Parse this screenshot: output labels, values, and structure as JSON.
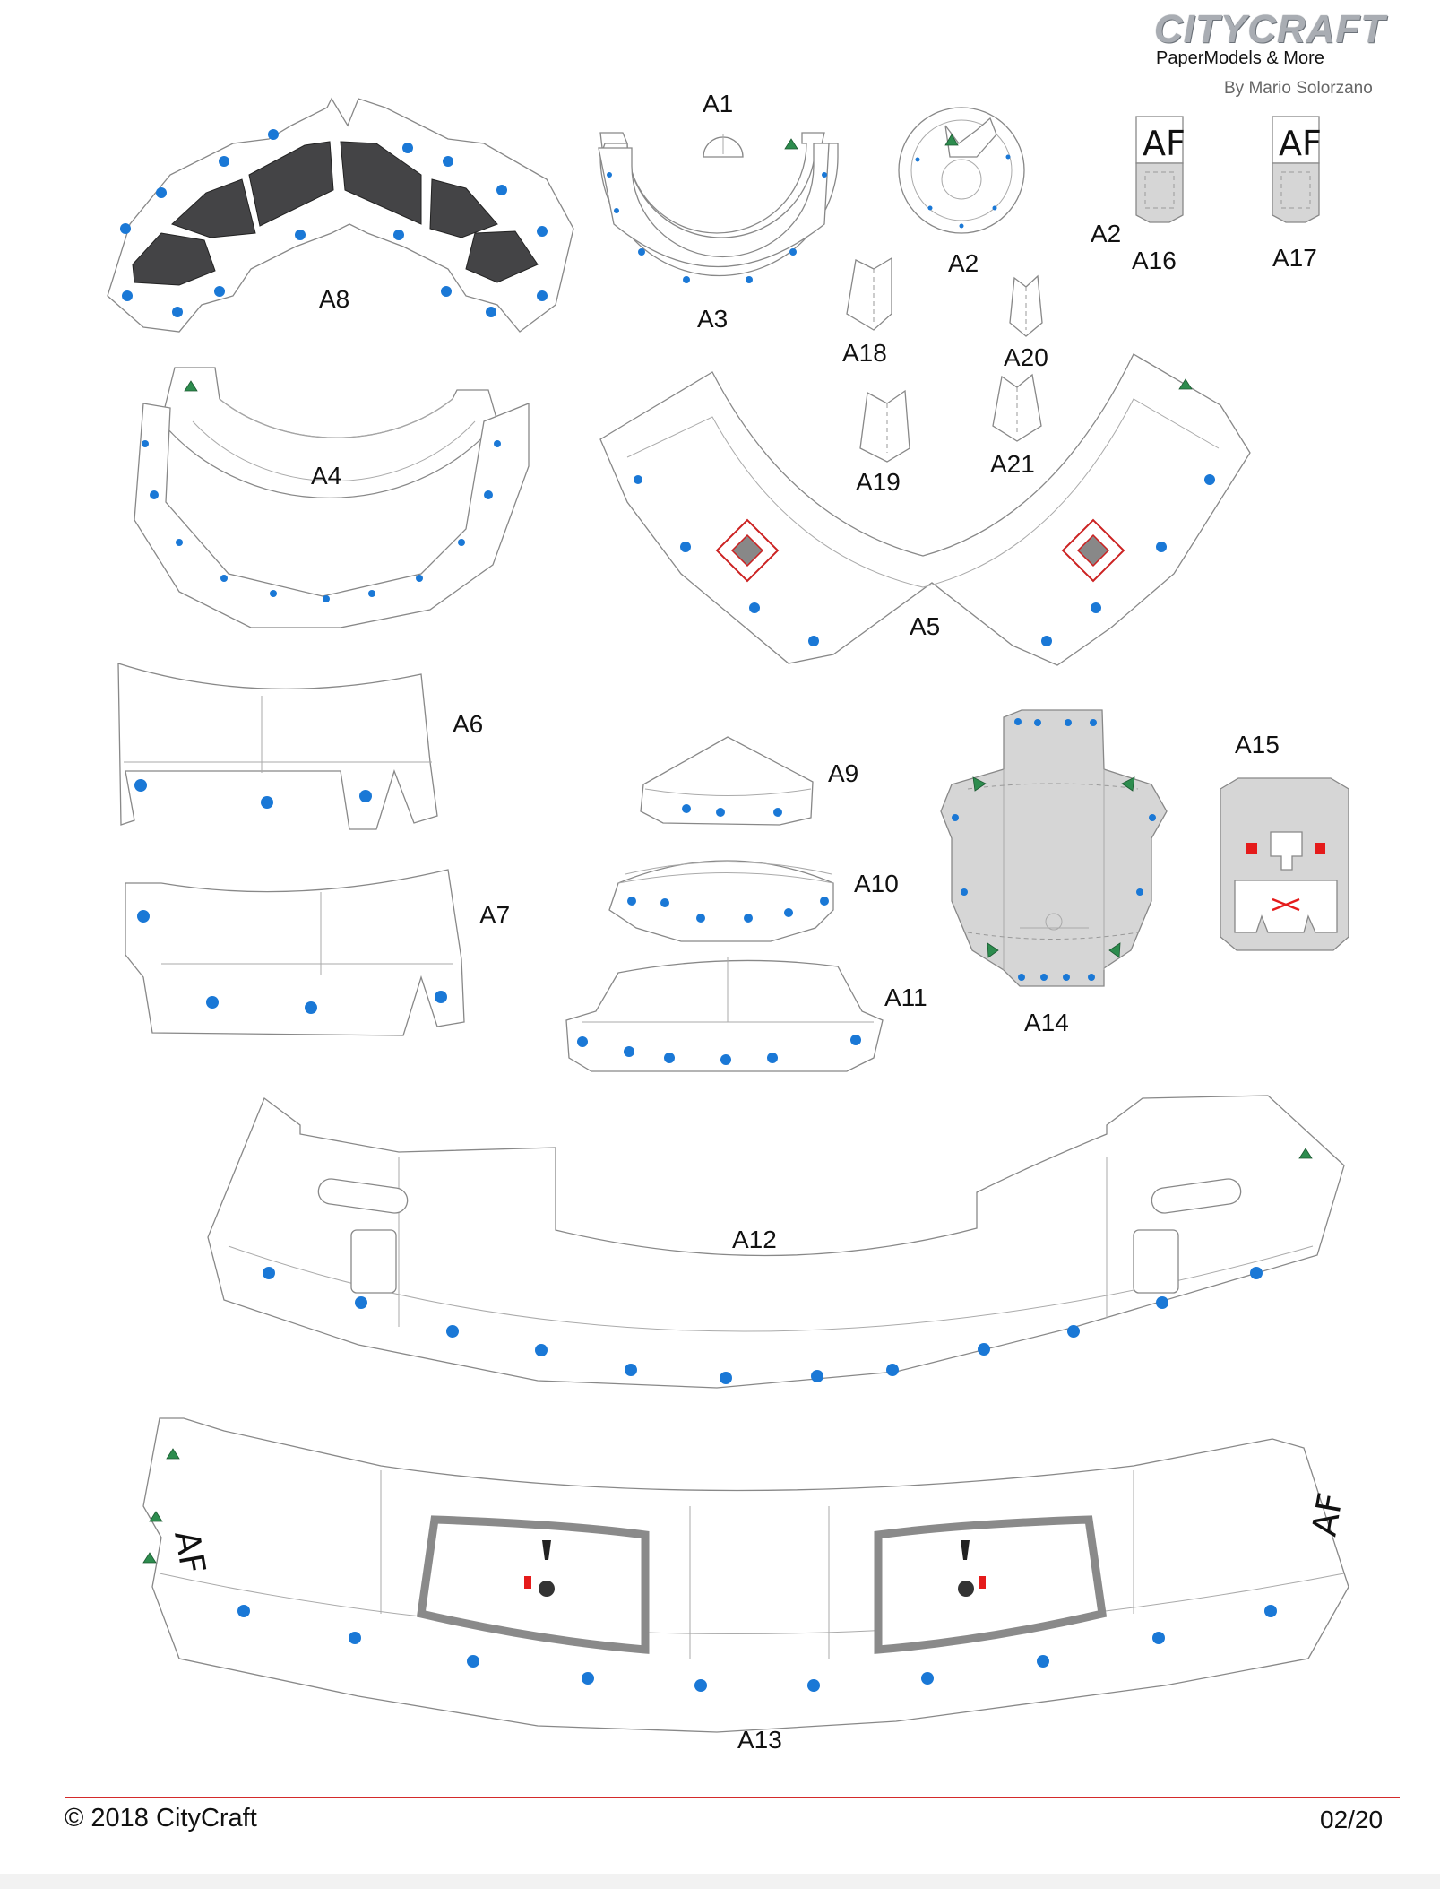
{
  "header": {
    "brand": "CITYCRAFT",
    "tagline": "PaperModels & More",
    "author": "By Mario Solorzano"
  },
  "parts": {
    "a1": "A1",
    "a2": "A2",
    "a2b": "A2",
    "a3": "A3",
    "a4": "A4",
    "a5": "A5",
    "a6": "A6",
    "a7": "A7",
    "a8": "A8",
    "a9": "A9",
    "a10": "A10",
    "a11": "A11",
    "a12": "A12",
    "a13": "A13",
    "a14": "A14",
    "a15": "A15",
    "a16": "A16",
    "a17": "A17",
    "a18": "A18",
    "a19": "A19",
    "a20": "A20",
    "a21": "A21"
  },
  "panel_code": "AF",
  "footer": {
    "copyright": "© 2018 CityCraft",
    "page": "02/20"
  },
  "colors": {
    "glue_dot": "#1a78d6",
    "marker_triangle": "#2d8c4e",
    "rule": "#d42a2a"
  }
}
